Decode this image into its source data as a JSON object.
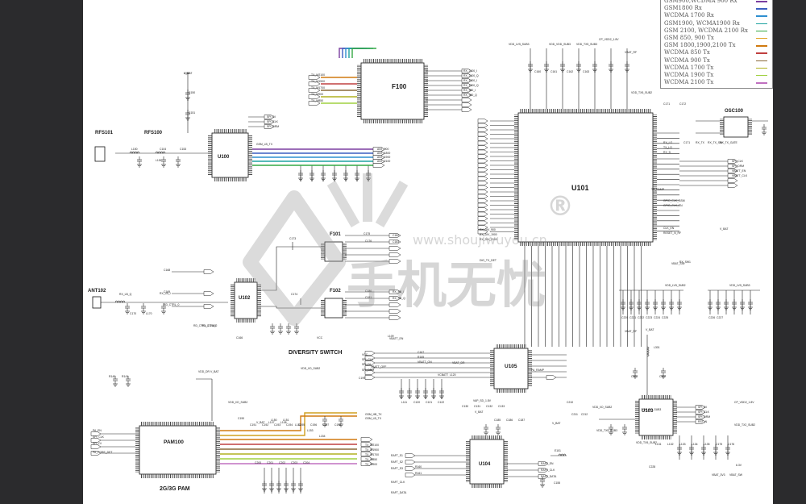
{
  "blocks": {
    "f100": "F100",
    "u100": "U100",
    "rfs101": "RFS101",
    "rfs100": "RFS100",
    "ant102": "ANT102",
    "f101": "F101",
    "f102": "F102",
    "u102": "U102",
    "diversity": "DIVERSITY SWITCH",
    "pam100": "PAM100",
    "pam_caption": "2G/3G PAM",
    "u105": "U105",
    "u101": "U101",
    "osc100": "OSC100",
    "u103": "U103",
    "u104": "U104"
  },
  "legend": [
    {
      "label": "GSM900,WCDMA 900 Rx",
      "color": "#7b3fa0"
    },
    {
      "label": "GSM1800 Rx",
      "color": "#3b5fc0"
    },
    {
      "label": "WCDMA 1700 Rx",
      "color": "#2f8fd0"
    },
    {
      "label": "GSM1900, WCMA1900 Rx",
      "color": "#1fa3a0"
    },
    {
      "label": "GSM 2100, WCDMA 2100 Rx",
      "color": "#35a845"
    },
    {
      "label": "GSM 850, 900 Tx",
      "color": "#e0a020"
    },
    {
      "label": "GSM 1800,1900,2100 Tx",
      "color": "#d07a10"
    },
    {
      "label": "WCDMA 850 Tx",
      "color": "#c04040"
    },
    {
      "label": "WCDMA 900 Tx",
      "color": "#8a6a3a"
    },
    {
      "label": "WCDMA 1700 Tx",
      "color": "#b0b020"
    },
    {
      "label": "WCDMA 1900 Tx",
      "color": "#a0d040"
    },
    {
      "label": "WCDMA 2100 Tx",
      "color": "#c070c0"
    }
  ],
  "watermark": {
    "brand": "手机无忧",
    "url": "www.shoujiwuyou.cn",
    "mark": "®"
  },
  "labels": [
    {
      "t": "V_BAT"
    },
    {
      "t": "C150"
    },
    {
      "t": "C151"
    },
    {
      "t": "SPI_DI"
    },
    {
      "t": "SPI_CLK"
    },
    {
      "t": "SPI_DRM"
    },
    {
      "t": "GSM_LB_TX"
    },
    {
      "t": "ANT_900"
    },
    {
      "t": "ANT_1800"
    },
    {
      "t": "ANT_1900"
    },
    {
      "t": "ANT_2100"
    },
    {
      "t": "L150"
    },
    {
      "t": "C104"
    },
    {
      "t": "C153"
    },
    {
      "t": "L151"
    },
    {
      "t": "RX_2100_I"
    },
    {
      "t": "RX_2100_Q"
    },
    {
      "t": "RX_1900_I"
    },
    {
      "t": "RX_1900_Q"
    },
    {
      "t": "RX_900_I"
    },
    {
      "t": "RX_900_Q"
    },
    {
      "t": "TX_W2100"
    },
    {
      "t": "TX_W1900"
    },
    {
      "t": "TX_W1700"
    },
    {
      "t": "TX_W900"
    },
    {
      "t": "TX_W850"
    },
    {
      "t": "VDD_LV5_SUB3"
    },
    {
      "t": "VDD_VDD_SUB3"
    },
    {
      "t": "VDD_TX5_SUB3"
    },
    {
      "t": "CP_VDD2_1.8V"
    },
    {
      "t": "VBAT_RF"
    },
    {
      "t": "C160"
    },
    {
      "t": "C161"
    },
    {
      "t": "C162"
    },
    {
      "t": "C163"
    },
    {
      "t": "VDD_TX5_SUB2"
    },
    {
      "t": "C171"
    },
    {
      "t": "C172"
    },
    {
      "t": "RX_LO"
    },
    {
      "t": "TX_LO"
    },
    {
      "t": "RX_D"
    },
    {
      "t": "SPI_CLK"
    },
    {
      "t": "SPI_DRM"
    },
    {
      "t": "VBATT_EN"
    },
    {
      "t": "VBATT_CLK"
    },
    {
      "t": "TX_RAMP"
    },
    {
      "t": "GPIO_CLK_GSM"
    },
    {
      "t": "GPIO_CLK_EN"
    },
    {
      "t": "CLK_EN"
    },
    {
      "t": "RESET_N_RF"
    },
    {
      "t": "RX_DIV_900"
    },
    {
      "t": "RX_DIV_1900"
    },
    {
      "t": "RX_DIV_2100"
    },
    {
      "t": "DIG_TX_DET"
    },
    {
      "t": "C173"
    },
    {
      "t": "C174"
    },
    {
      "t": "C175"
    },
    {
      "t": "C176"
    },
    {
      "t": "C180"
    },
    {
      "t": "C181"
    },
    {
      "t": "C182"
    },
    {
      "t": "C183"
    },
    {
      "t": "RX_HB_I"
    },
    {
      "t": "RX_HB_Q"
    },
    {
      "t": "RX_LB_I"
    },
    {
      "t": "RX_LB_Q"
    },
    {
      "t": "C170"
    },
    {
      "t": "L170"
    },
    {
      "t": "C168"
    },
    {
      "t": "C169"
    },
    {
      "t": "RD_CTRL_0"
    },
    {
      "t": "RD_CTRL_1"
    },
    {
      "t": "RD_CTRL_2"
    },
    {
      "t": "C165"
    },
    {
      "t": "C166"
    },
    {
      "t": "C167"
    },
    {
      "t": "R165"
    },
    {
      "t": "VBATT_ON"
    },
    {
      "t": "VBATT_OFF"
    },
    {
      "t": "VBATT_EN"
    },
    {
      "t": "VDD_DR"
    },
    {
      "t": "V_BAT"
    },
    {
      "t": "VCC"
    },
    {
      "t": "VDD_I/O_SUB2"
    },
    {
      "t": "VDD_I/O_SUB2"
    },
    {
      "t": "C190"
    },
    {
      "t": "C191"
    },
    {
      "t": "C192"
    },
    {
      "t": "C193"
    },
    {
      "t": "C194"
    },
    {
      "t": "C195"
    },
    {
      "t": "C196"
    },
    {
      "t": "C197"
    },
    {
      "t": "C198"
    },
    {
      "t": "C199"
    },
    {
      "t": "V_BAT"
    },
    {
      "t": "L107"
    },
    {
      "t": "L108"
    },
    {
      "t": "L109"
    },
    {
      "t": "VCC"
    },
    {
      "t": "SPI_CLK"
    },
    {
      "t": "SPI_DI"
    },
    {
      "t": "SPI_DRM"
    },
    {
      "t": "VCBATT"
    },
    {
      "t": "L111"
    },
    {
      "t": "C120"
    },
    {
      "t": "C121"
    },
    {
      "t": "C122"
    },
    {
      "t": "L120"
    },
    {
      "t": "VBAT_DR"
    },
    {
      "t": "PA_RAMP"
    },
    {
      "t": "C130"
    },
    {
      "t": "C131"
    },
    {
      "t": "C132"
    },
    {
      "t": "C133"
    },
    {
      "t": "R140"
    },
    {
      "t": "R141"
    },
    {
      "t": "PA_EN"
    },
    {
      "t": "SPI_CLK"
    },
    {
      "t": "SPI_DI"
    },
    {
      "t": "PA_PORE_DET"
    },
    {
      "t": "GSM_HB_TX"
    },
    {
      "t": "GSM_LB_TX"
    },
    {
      "t": "TX_W2100"
    },
    {
      "t": "TX_W1900"
    },
    {
      "t": "TX_W1700"
    },
    {
      "t": "TX_W850"
    },
    {
      "t": "TX_W900"
    },
    {
      "t": "L150"
    },
    {
      "t": "L151"
    },
    {
      "t": "L152"
    },
    {
      "t": "L153"
    },
    {
      "t": "L154"
    },
    {
      "t": "C200"
    },
    {
      "t": "C201"
    },
    {
      "t": "C202"
    },
    {
      "t": "C203"
    },
    {
      "t": "C204"
    },
    {
      "t": "RAFT_S1"
    },
    {
      "t": "RAFT_S2"
    },
    {
      "t": "RAFT_S3"
    },
    {
      "t": "RAFT_CLK"
    },
    {
      "t": "RAFT_DATA"
    },
    {
      "t": "R160"
    },
    {
      "t": "R161"
    },
    {
      "t": "V_BAT"
    },
    {
      "t": "VAP_SD_1.8V"
    },
    {
      "t": "C185"
    },
    {
      "t": "C186"
    },
    {
      "t": "C187"
    },
    {
      "t": "RAFT_EN"
    },
    {
      "t": "RAFT_CLK"
    },
    {
      "t": "RAFT_DATA"
    },
    {
      "t": "V_BAT"
    },
    {
      "t": "E101"
    },
    {
      "t": "C155"
    },
    {
      "t": "VDD_I/O_SUB2"
    },
    {
      "t": "VDD_I/O_SUB3"
    },
    {
      "t": "C210"
    },
    {
      "t": "C211"
    },
    {
      "t": "C212"
    },
    {
      "t": "VBAT_RF"
    },
    {
      "t": "V_BAT"
    },
    {
      "t": "L301"
    },
    {
      "t": "C301"
    },
    {
      "t": "C302"
    },
    {
      "t": "SPI_DI"
    },
    {
      "t": "SPI_CLK"
    },
    {
      "t": "SPI_DRM"
    },
    {
      "t": "RST_N"
    },
    {
      "t": "CP_VDD2_1.8V"
    },
    {
      "t": "VDD_TX2_SUB2"
    },
    {
      "t": "VDD_TX5_SUB3"
    },
    {
      "t": "L131"
    },
    {
      "t": "L132"
    },
    {
      "t": "L133"
    },
    {
      "t": "L134"
    },
    {
      "t": "L135"
    },
    {
      "t": "C175"
    },
    {
      "t": "C176"
    },
    {
      "t": "6.3V"
    },
    {
      "t": "VBAT_SW"
    },
    {
      "t": "VBAT_3V3"
    },
    {
      "t": "V_BAT"
    },
    {
      "t": "VDD_LV5_SUB2"
    },
    {
      "t": "VDD_LV5_SUB3"
    },
    {
      "t": "C220"
    },
    {
      "t": "C221"
    },
    {
      "t": "C222"
    },
    {
      "t": "C223"
    },
    {
      "t": "C224"
    },
    {
      "t": "C225"
    },
    {
      "t": "C226"
    },
    {
      "t": "C227"
    },
    {
      "t": "VBAT_SIG"
    },
    {
      "t": "C171"
    },
    {
      "t": "RX_TX"
    },
    {
      "t": "RX_TX_SW"
    },
    {
      "t": "RX_TX_GATE"
    },
    {
      "t": "RX_SW1"
    },
    {
      "t": "VDD_TX5_SUB2"
    },
    {
      "t": "C228"
    },
    {
      "t": "L300"
    }
  ]
}
